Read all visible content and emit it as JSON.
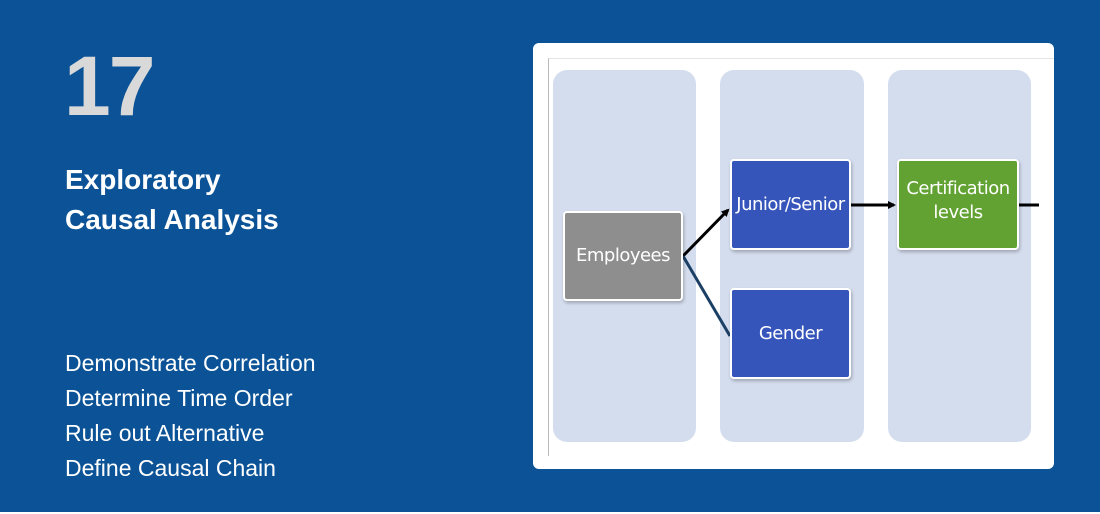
{
  "slide": {
    "number": "17",
    "title_lines": [
      "Exploratory",
      "Causal Analysis"
    ],
    "steps": [
      "Demonstrate Correlation",
      "Determine Time Order",
      "Rule out Alternative",
      "Define Causal Chain"
    ]
  },
  "diagram": {
    "nodes": {
      "employees": "Employees",
      "junior_senior": "Junior/Senior",
      "gender": "Gender",
      "certification": [
        "Certification",
        "levels"
      ]
    },
    "edges": [
      {
        "from": "Employees",
        "to": "Junior/Senior"
      },
      {
        "from": "Employees",
        "to": "Gender"
      },
      {
        "from": "Junior/Senior",
        "to": "Certification levels"
      },
      {
        "from": "Certification levels",
        "to": "(continues off-frame)"
      }
    ]
  },
  "colors": {
    "background": "#0b5396",
    "number": "#d9d9d9",
    "lane": "#d4ddee",
    "employees_node": "#8e8e8e",
    "blue_node": "#3655bb",
    "green_node": "#61a232"
  }
}
